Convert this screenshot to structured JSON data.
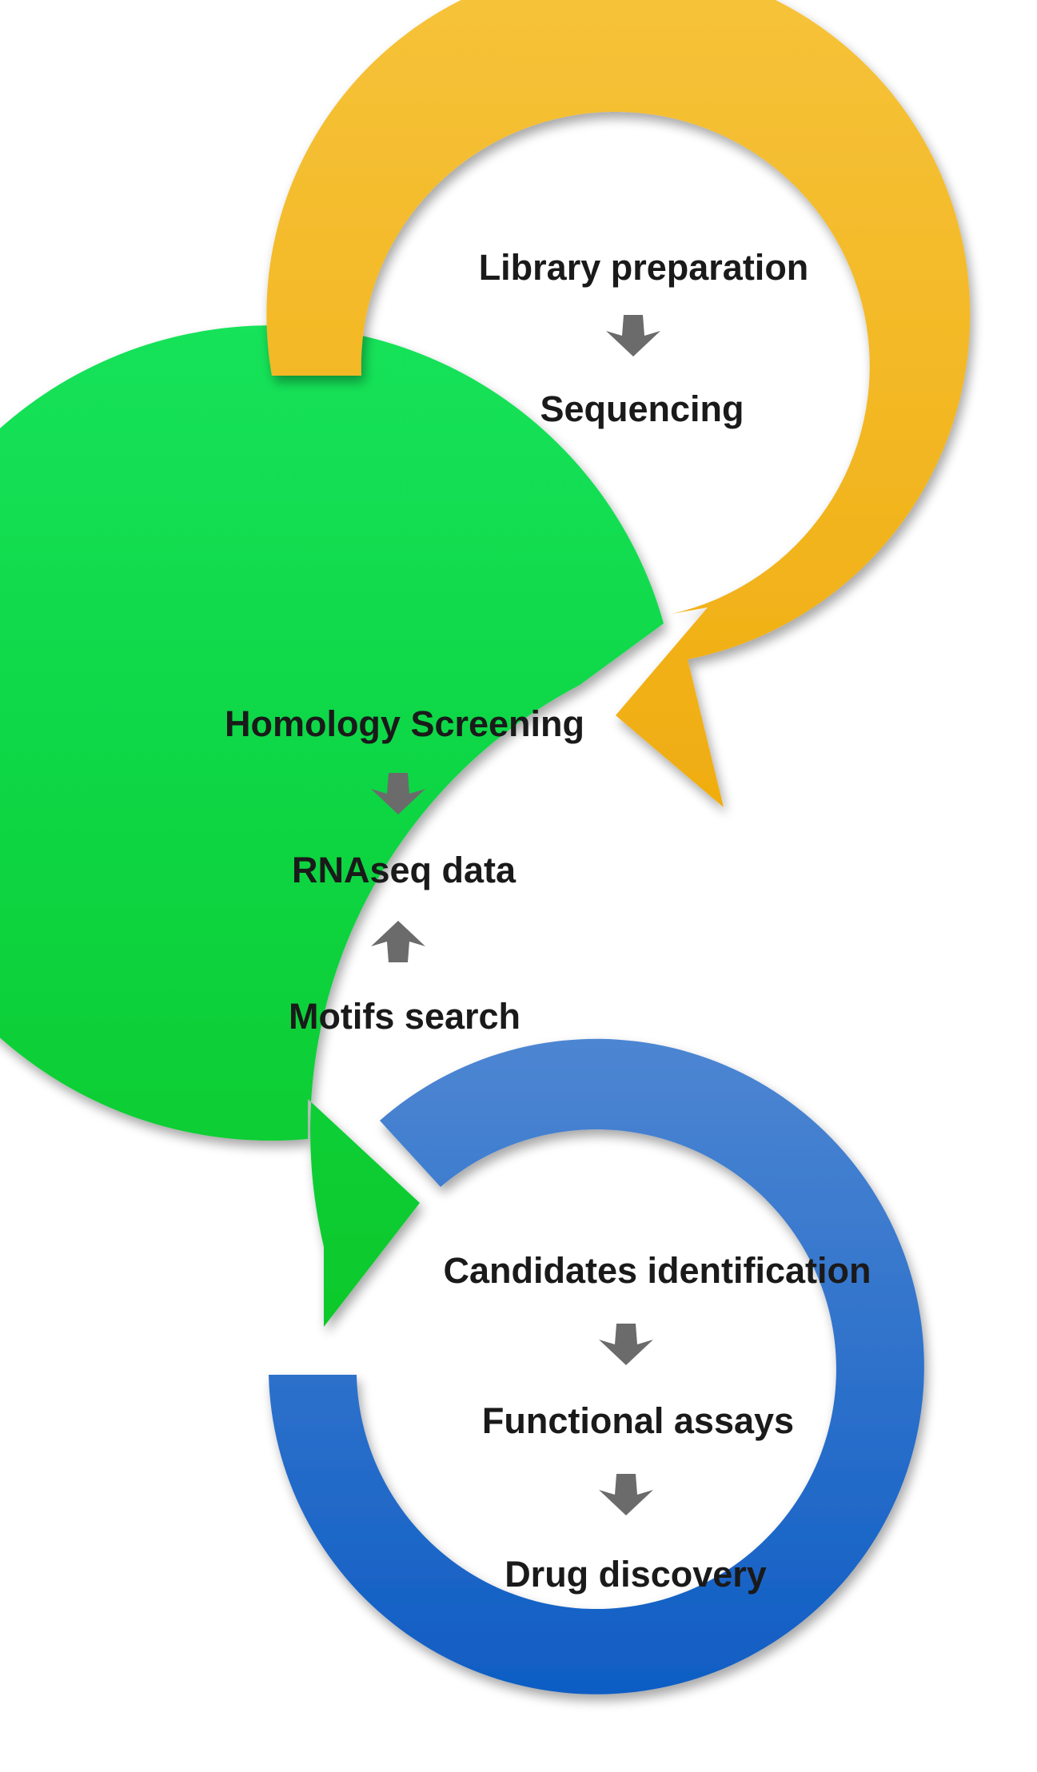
{
  "colors": {
    "yellow": "#f2b418",
    "green": "#1ed83c",
    "blue": "#1c67c8",
    "arrow": "#6b6b6b",
    "text": "#1a1a1a"
  },
  "stages": [
    {
      "name": "sequencing-cycle",
      "steps": [
        "Library preparation",
        "Sequencing"
      ]
    },
    {
      "name": "analysis-cycle",
      "steps": [
        "Homology Screening",
        "RNAseq data",
        "Motifs search"
      ]
    },
    {
      "name": "validation-cycle",
      "steps": [
        "Candidates identification",
        "Functional assays",
        "Drug discovery"
      ]
    }
  ]
}
